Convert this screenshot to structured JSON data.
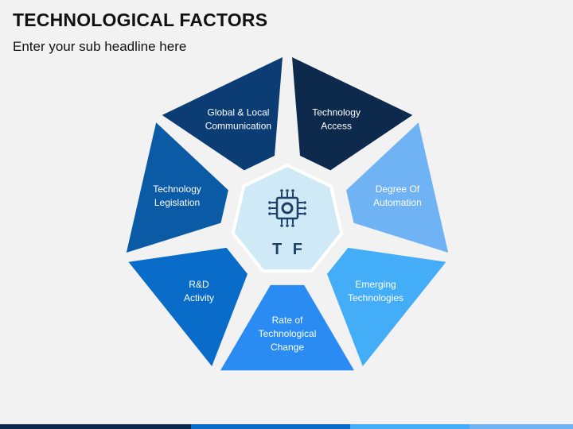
{
  "header": {
    "title": "TECHNOLOGICAL FACTORS",
    "subtitle": "Enter your sub headline here"
  },
  "center": {
    "label": "T F",
    "icon": "chip-gear-icon",
    "fill": "#cfe9f7",
    "text_color": "#1e3f66"
  },
  "segments": [
    {
      "name": "technology-access",
      "lines": [
        "Technology",
        "Access"
      ],
      "color": "#0d2a4d"
    },
    {
      "name": "degree-of-automation",
      "lines": [
        "Degree Of",
        "Automation"
      ],
      "color": "#6fb3f5"
    },
    {
      "name": "emerging-technologies",
      "lines": [
        "Emerging",
        "Technologies"
      ],
      "color": "#43aef7"
    },
    {
      "name": "rate-of-technological-change",
      "lines": [
        "Rate of",
        "Technological",
        "Change"
      ],
      "color": "#2a8bf2"
    },
    {
      "name": "rd-activity",
      "lines": [
        "R&D",
        "Activity"
      ],
      "color": "#0a6cc9"
    },
    {
      "name": "technology-legislation",
      "lines": [
        "Technology",
        "Legislation"
      ],
      "color": "#0a5aa6"
    },
    {
      "name": "global-local-communication",
      "lines": [
        "Global & Local",
        "Communication"
      ],
      "color": "#0b3d74"
    }
  ],
  "bottom_bar_colors": [
    "#0d2a4d",
    "#0a6cc9",
    "#43aef7",
    "#6fb3f5"
  ]
}
